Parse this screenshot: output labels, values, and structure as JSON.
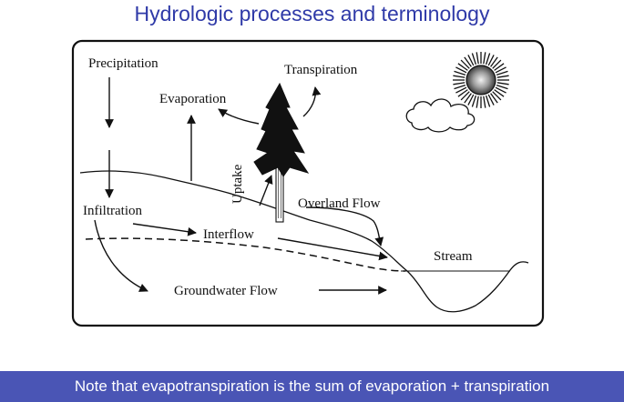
{
  "slide": {
    "title": "Hydrologic processes and terminology",
    "footer_note": "Note that evapotranspiration is the sum of evaporation + transpiration"
  },
  "diagram": {
    "labels": {
      "precipitation": "Precipitation",
      "evaporation": "Evaporation",
      "transpiration": "Transpiration",
      "uptake": "Uptake",
      "infiltration": "Infiltration",
      "interflow": "Interflow",
      "overland_flow": "Overland Flow",
      "stream": "Stream",
      "groundwater_flow": "Groundwater Flow"
    },
    "icons": [
      "sun-icon",
      "cloud-icon",
      "tree-icon"
    ]
  },
  "colors": {
    "title": "#2f3aa8",
    "footer_bg": "#4a55b5",
    "footer_text": "#ffffff",
    "ink": "#111111"
  }
}
